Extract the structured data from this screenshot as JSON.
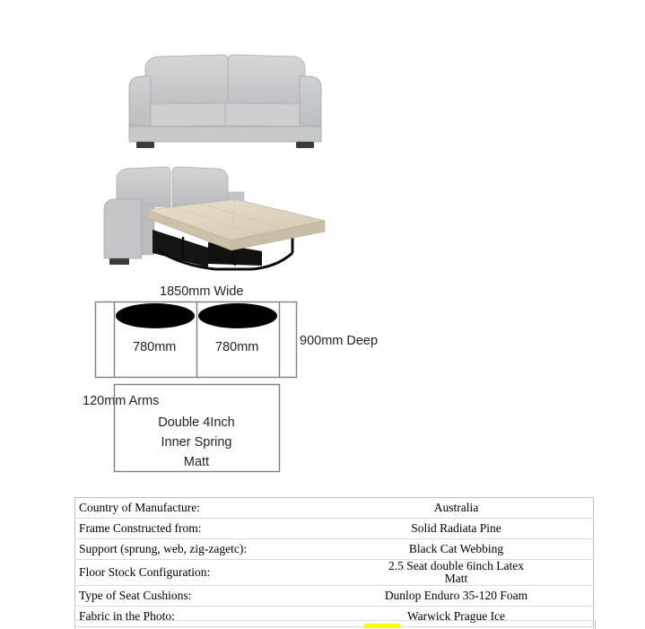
{
  "photos": [
    {
      "name": "sofa-closed",
      "alt": "Light grey two seater sofa, closed position",
      "body_color": "#c9ccce",
      "cushion_color": "#cfd2d4",
      "shadow_color": "#b3b7ba",
      "foot_color": "#3b3b3b"
    },
    {
      "name": "sofa-bed-open",
      "alt": "Sofa bed extended with cream mattress and black steel frame",
      "body_color": "#c9ccce",
      "mattress_color": "#ddd2bd",
      "mattress_side_color": "#c9bda6",
      "frame_color": "#141414",
      "foot_color": "#3b3b3b"
    }
  ],
  "diagram": {
    "width_label": "1850mm Wide",
    "depth_label": "900mm Deep",
    "arms_label": "120mm Arms",
    "seat_left_label": "780mm",
    "seat_right_label": "780mm",
    "mattress_lines": [
      "Double 4Inch",
      "Inner Spring",
      "Matt"
    ],
    "outline_color": "#7f7f7f",
    "cushion_color": "#000000"
  },
  "spec_table": {
    "rows": [
      {
        "label": "Country of Manufacture:",
        "value": "Australia"
      },
      {
        "label": "Frame Constructed from:",
        "value": "Solid Radiata Pine"
      },
      {
        "label": "Support (sprung, web, zig-zagetc):",
        "value": "Black Cat Webbing"
      },
      {
        "label": "Floor Stock Configuration:",
        "value": "2.5 Seat double 6inch Latex Matt"
      },
      {
        "label": "Type of Seat Cushions:",
        "value": "Dunlop Enduro 35-120 Foam"
      },
      {
        "label": "Fabric in the Photo:",
        "value": "Warwick Prague Ice"
      }
    ],
    "highlight_color": "#ffff00",
    "border_color": "#d9d9d9"
  }
}
